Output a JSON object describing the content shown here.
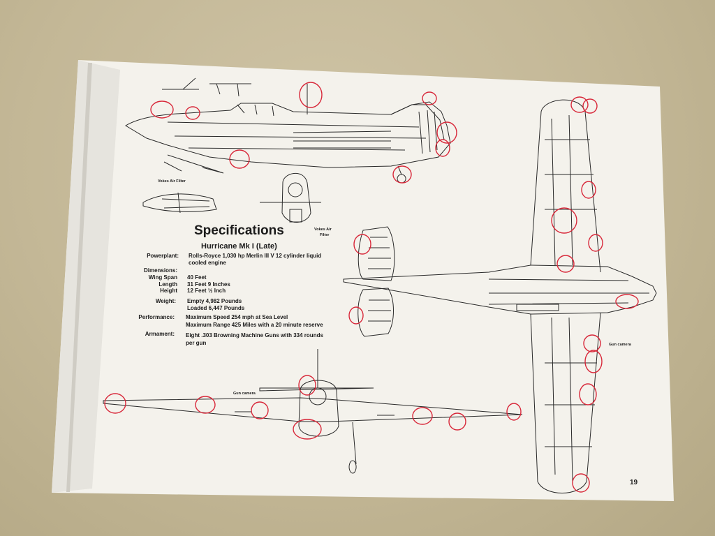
{
  "heading": "Specifications",
  "subheading": "Hurricane Mk I (Late)",
  "specs": {
    "powerplant_label": "Powerplant:",
    "powerplant_line1": "Rolls-Royce 1,030 hp Merlin III V 12 cylinder liquid",
    "powerplant_line2": "cooled engine",
    "dimensions_label": "Dimensions:",
    "wingspan_label": "Wing Span",
    "wingspan_value": "40 Feet",
    "length_label": "Length",
    "length_value": "31 Feet 9 Inches",
    "height_label": "Height",
    "height_value": "12 Feet ½ Inch",
    "weight_label": "Weight:",
    "weight_line1": "Empty 4,982 Pounds",
    "weight_line2": "Loaded  6,447 Pounds",
    "performance_label": "Performance:",
    "performance_line1": "Maximum Speed 254 mph at Sea Level",
    "performance_line2": "Maximum Range 425 Miles with a 20 minute reserve",
    "armament_label": "Armament:",
    "armament_line1": "Eight .303 Browning Machine Guns with 334 rounds",
    "armament_line2": "per gun"
  },
  "callouts": {
    "vokes_filter_left": "Vokes Air Filter",
    "vokes_filter_right_1": "Vokes Air",
    "vokes_filter_right_2": "Filter",
    "gun_camera_front": "Gun camera",
    "gun_camera_plan": "Gun camera"
  },
  "page_number": "19",
  "colors": {
    "paper": "#f4f2ec",
    "ink": "#2a2a2a",
    "annotation_red": "#d8283a"
  }
}
